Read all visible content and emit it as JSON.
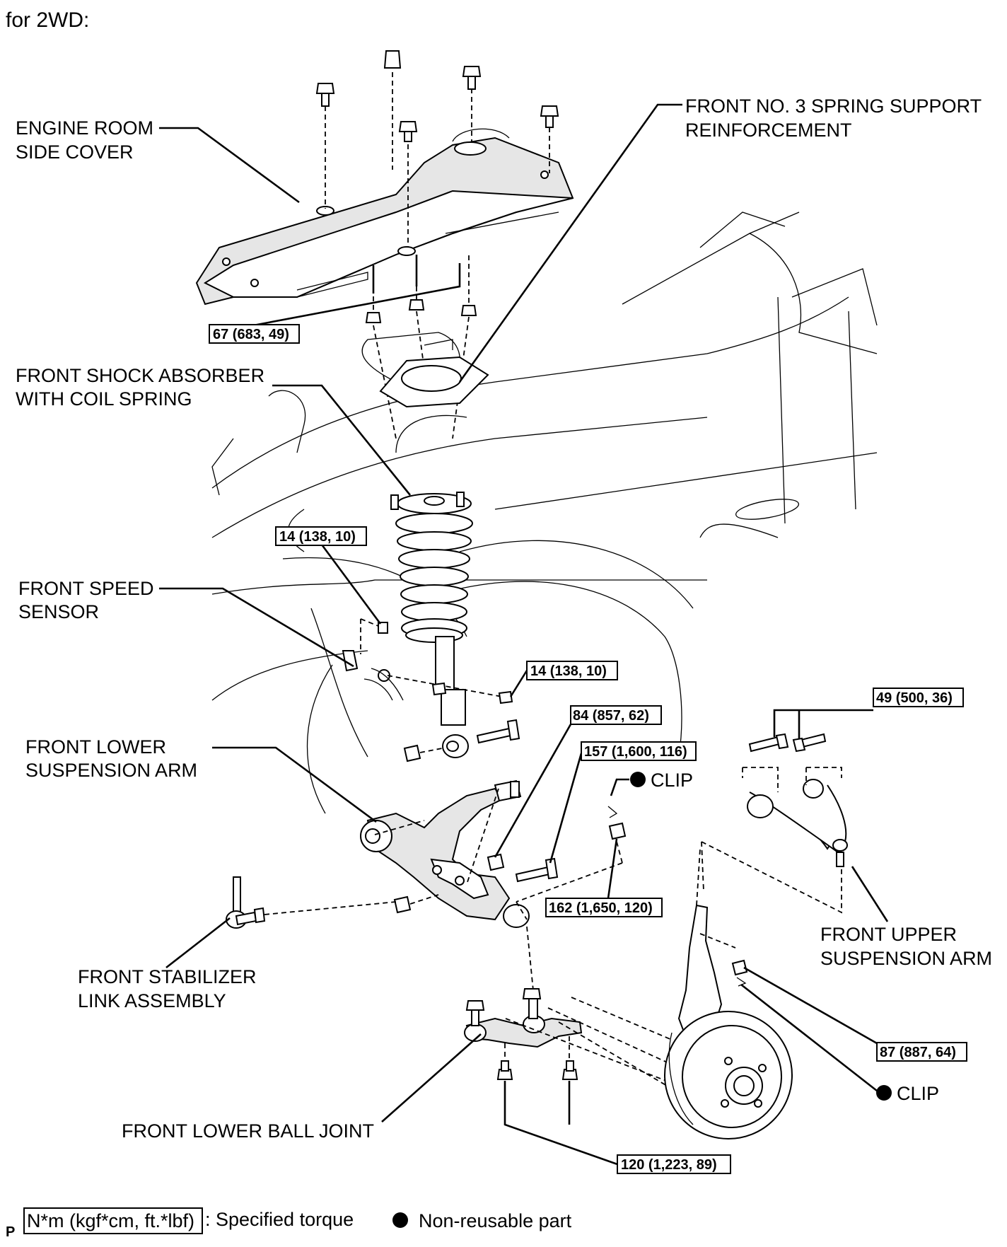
{
  "header": "for 2WD:",
  "labels": {
    "engine_room_1": "ENGINE ROOM",
    "engine_room_2": "SIDE COVER",
    "spring_support_1": "FRONT NO. 3 SPRING SUPPORT",
    "spring_support_2": "REINFORCEMENT",
    "shock_1": "FRONT SHOCK ABSORBER",
    "shock_2": "WITH COIL SPRING",
    "speed_sensor_1": "FRONT SPEED",
    "speed_sensor_2": "SENSOR",
    "lower_arm_1": "FRONT LOWER",
    "lower_arm_2": "SUSPENSION  ARM",
    "stabilizer_1": "FRONT STABILIZER",
    "stabilizer_2": "LINK ASSEMBLY",
    "ball_joint": "FRONT LOWER BALL JOINT",
    "upper_arm_1": "FRONT UPPER",
    "upper_arm_2": "SUSPENSION ARM",
    "clip_1": "CLIP",
    "clip_2": "CLIP"
  },
  "torques": {
    "t67": "67 (683, 49)",
    "t14a": "14 (138, 10)",
    "t14b": "14 (138, 10)",
    "t84": "84 (857, 62)",
    "t157": "157 (1,600, 116)",
    "t162": "162 (1,650, 120)",
    "t49": "49 (500, 36)",
    "t87": "87 (887, 64)",
    "t120": "120 (1,223, 89)"
  },
  "legend": {
    "marker": "P",
    "unit_box": "N*m (kgf*cm, ft.*lbf)",
    "unit_text": ": Specified torque",
    "nonreusable": "Non-reusable part"
  },
  "icons": [
    "non-reusable-dot-icon"
  ]
}
